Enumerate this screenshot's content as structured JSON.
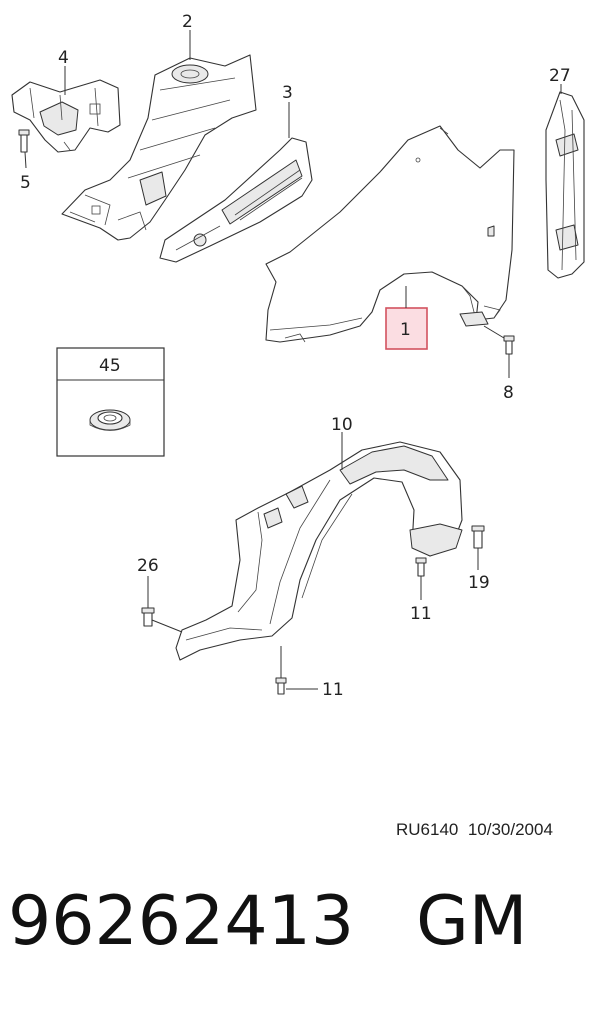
{
  "callouts": {
    "c1": "1",
    "c2": "2",
    "c3": "3",
    "c4": "4",
    "c5": "5",
    "c8": "8",
    "c10": "10",
    "c11a": "11",
    "c11b": "11",
    "c19": "19",
    "c26": "26",
    "c27": "27",
    "c45": "45"
  },
  "footer": {
    "diagram_code": "RU6140",
    "diagram_date": "10/30/2004"
  },
  "part": {
    "number": "96262413",
    "brand": "GM"
  },
  "colors": {
    "highlight_fill": "#fbdde2",
    "highlight_border": "#d2525f"
  }
}
